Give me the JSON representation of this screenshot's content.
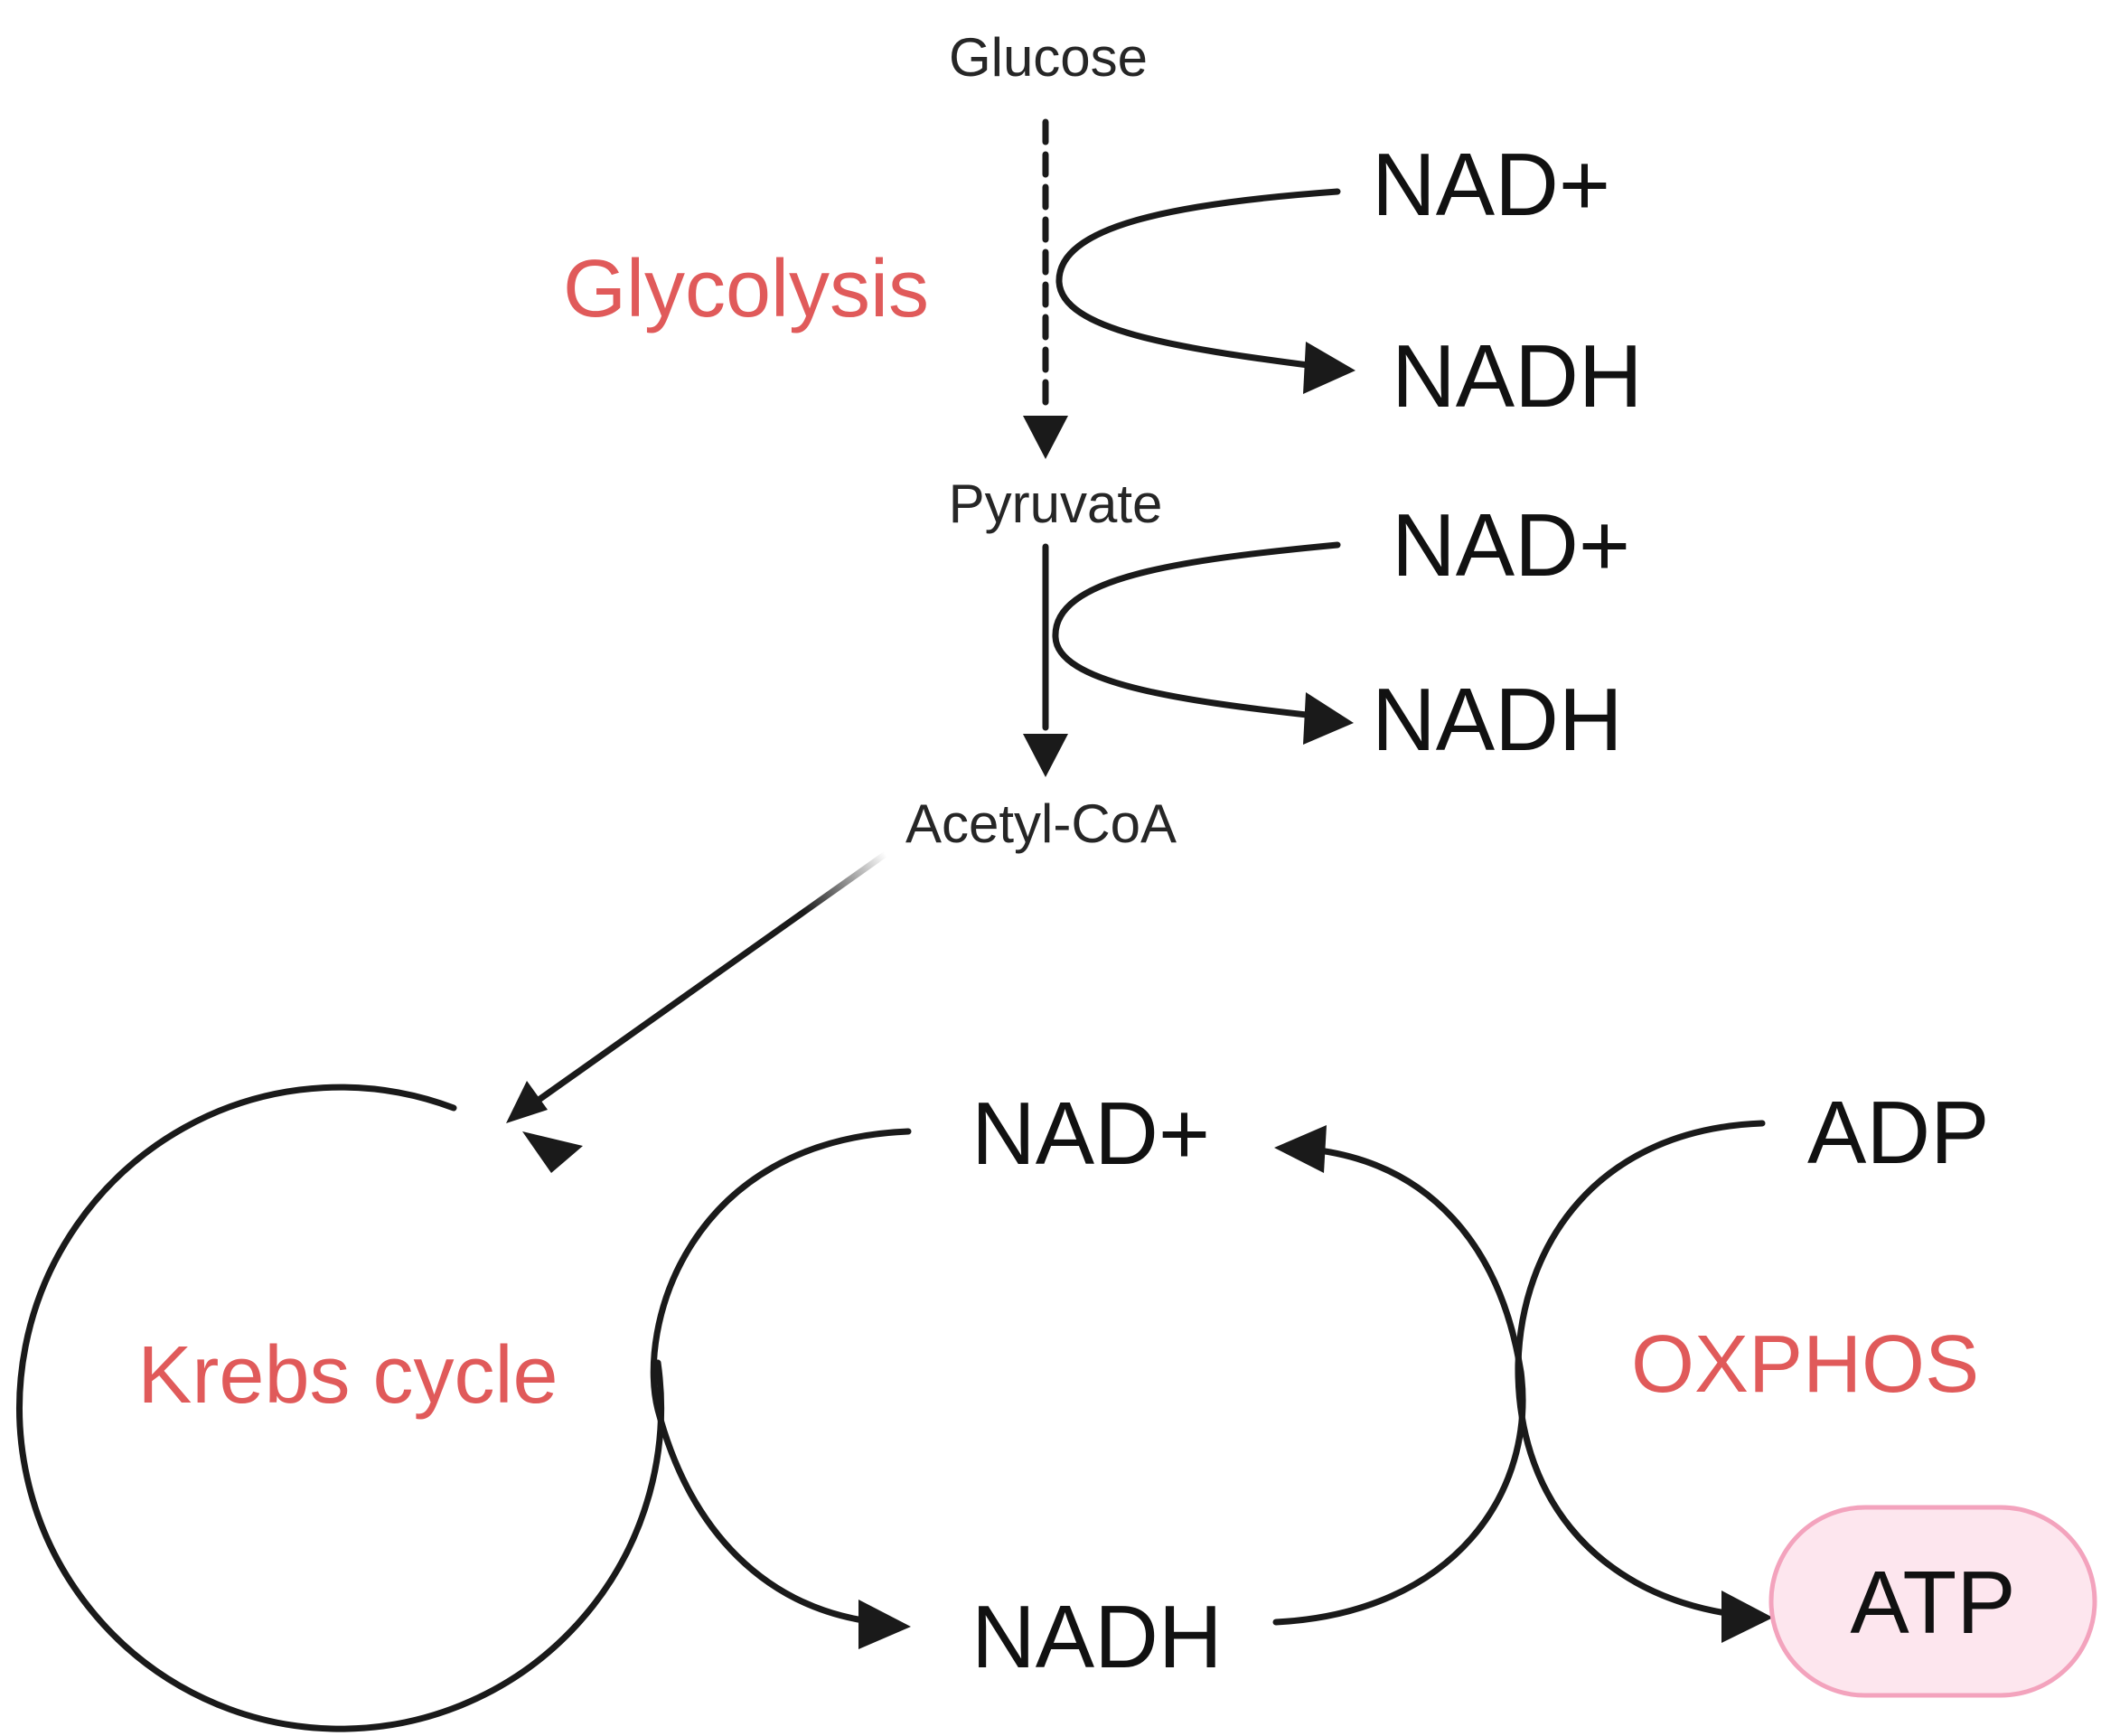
{
  "colors": {
    "process_label": "#e05a5a",
    "line": "#1a1a1a",
    "atp_fill": "#fde6ee",
    "atp_stroke": "#f3a3bd"
  },
  "labels": {
    "glucose": "Glucose",
    "glycolysis": "Glycolysis",
    "glycolysis_nad": "NAD+",
    "glycolysis_nadh": "NADH",
    "pyruvate": "Pyruvate",
    "pdh_nad": "NAD+",
    "pdh_nadh": "NADH",
    "acetyl_coa": "Acetyl-CoA",
    "krebs_cycle": "Krebs cycle",
    "cycle_nad": "NAD+",
    "cycle_nadh": "NADH",
    "adp": "ADP",
    "oxphos": "OXPHOS",
    "atp": "ATP"
  }
}
